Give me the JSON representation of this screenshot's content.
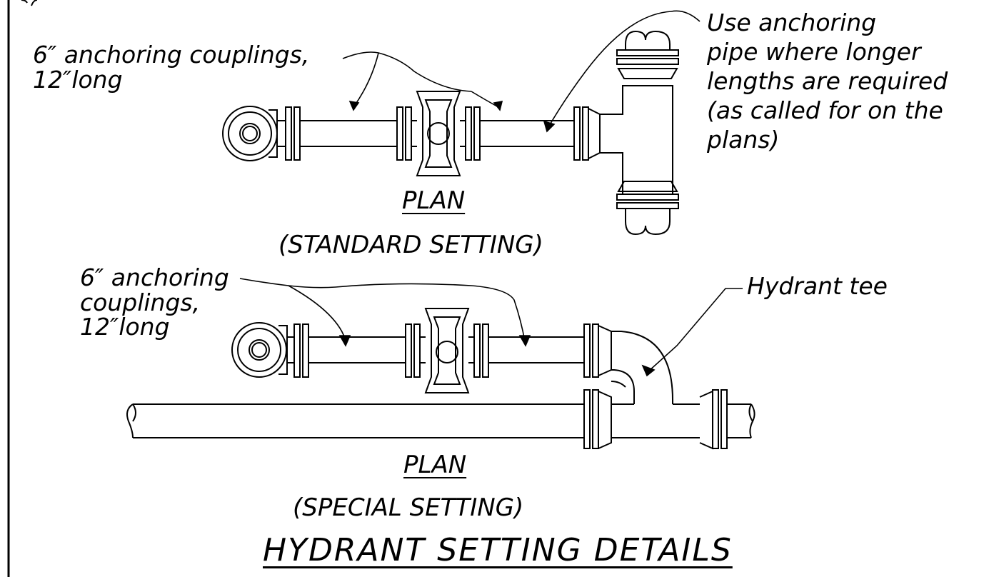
{
  "labels": {
    "couplings_top": [
      "6″ anchoring couplings,",
      "12″long"
    ],
    "anchoring_pipe": [
      "Use anchoring",
      "pipe where longer",
      "lengths are required",
      "(as called for on the",
      "plans)"
    ],
    "couplings_bottom": [
      "6″ anchoring",
      "couplings,",
      "12″long"
    ],
    "hydrant_tee": "Hydrant tee"
  },
  "views": {
    "standard": {
      "title": "PLAN",
      "subtitle": "(STANDARD SETTING)"
    },
    "special": {
      "title": "PLAN",
      "subtitle": "(SPECIAL SETTING)"
    }
  },
  "main_title": "HYDRANT SETTING DETAILS"
}
